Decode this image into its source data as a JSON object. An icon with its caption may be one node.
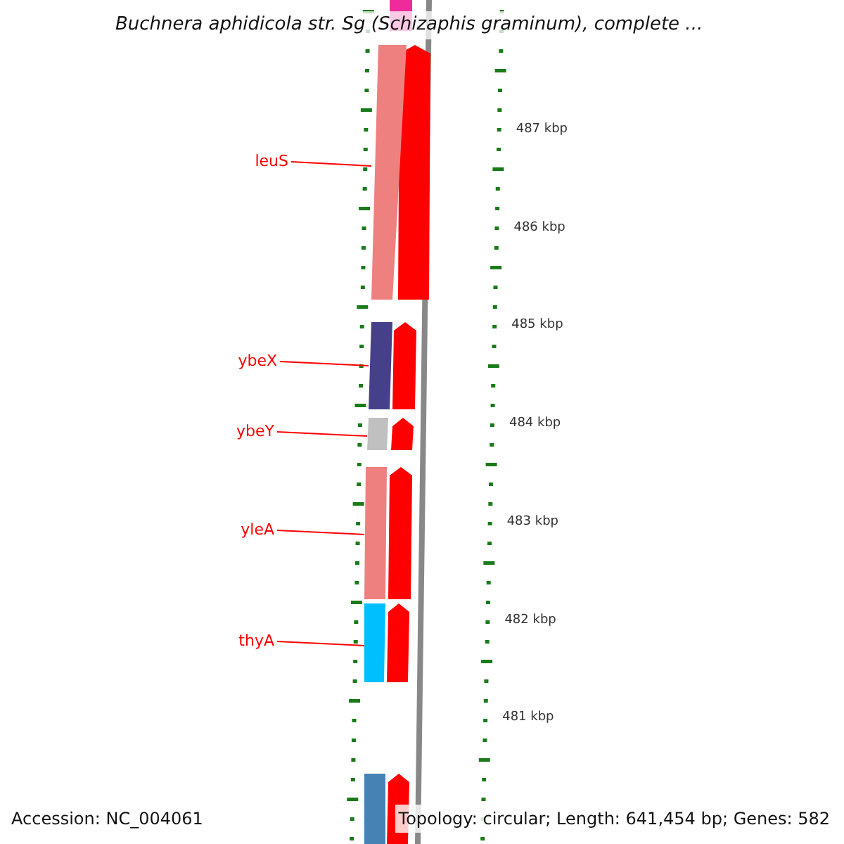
{
  "diagram": {
    "title": "Buchnera aphidicola str. Sg (Schizaphis graminum), complete ...",
    "nodes": [
      {
        "text": [
          "leuS"
        ]
      },
      {
        "text": [
          "ybeX"
        ]
      },
      {
        "text": [
          "ybeY"
        ]
      },
      {
        "text": [
          "yleA"
        ]
      },
      {
        "text": [
          "thyA"
        ]
      },
      {
        "text": [],
        "shape": "bar"
      },
      {
        "text": [],
        "shape": "bar"
      },
      {
        "text": [],
        "shape": "bar"
      },
      {
        "text": [],
        "shape": "bar"
      },
      {
        "text": [],
        "shape": "bar"
      }
    ],
    "edges": [
      {
        "from": 0,
        "to": 5,
        "arrow": "none"
      },
      {
        "from": 1,
        "to": 6,
        "arrow": "none"
      },
      {
        "from": 2,
        "to": 7,
        "arrow": "none"
      },
      {
        "from": 3,
        "to": 8,
        "arrow": "none"
      },
      {
        "from": 4,
        "to": 9,
        "arrow": "none"
      }
    ],
    "labels": [
      "487 kbp",
      "486 kbp",
      "485 kbp",
      "484 kbp",
      "483 kbp",
      "482 kbp",
      "481 kbp",
      "Accession: NC_004061",
      "Topology: circular; Length: 641,454 bp; Genes: 582"
    ]
  }
}
